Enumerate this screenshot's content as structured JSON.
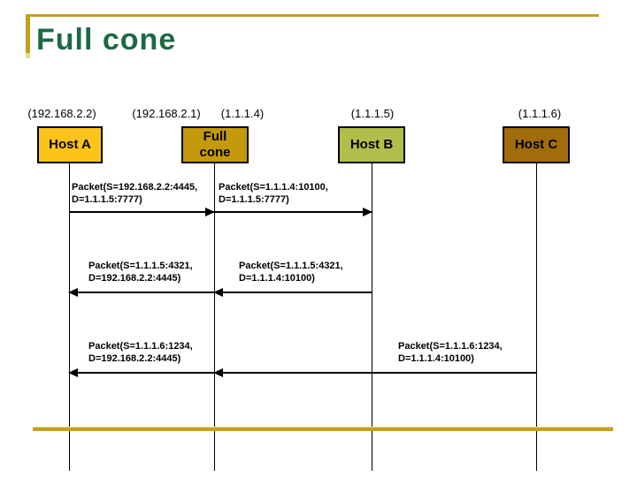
{
  "slide": {
    "title": "Full cone",
    "colors": {
      "accent_gold": "#C3A01E",
      "accent_gold_light": "#E7D98F",
      "title_green": "#1C6A42",
      "host_a_fill": "#FCC41A",
      "nat_fill": "#C49A0C",
      "host_b_fill": "#B2BE4A",
      "host_c_fill": "#A06C0C"
    }
  },
  "nodes": {
    "host_a": {
      "ip": "(192.168.2.2)",
      "label": "Host A"
    },
    "nat": {
      "ip_private": "(192.168.2.1)",
      "ip_public": "(1.1.1.4)",
      "label_line1": "Full",
      "label_line2": "cone"
    },
    "host_b": {
      "ip": "(1.1.1.5)",
      "label": "Host B"
    },
    "host_c": {
      "ip": "(1.1.1.6)",
      "label": "Host C"
    }
  },
  "messages": {
    "m1_left": {
      "line1": "Packet(S=192.168.2.2:4445,",
      "line2": "D=1.1.1.5:7777)"
    },
    "m1_right": {
      "line1": "Packet(S=1.1.1.4:10100,",
      "line2": "D=1.1.1.5:7777)"
    },
    "m2_left": {
      "line1": "Packet(S=1.1.1.5:4321,",
      "line2": "D=192.168.2.2:4445)"
    },
    "m2_right": {
      "line1": "Packet(S=1.1.1.5:4321,",
      "line2": "D=1.1.1.4:10100)"
    },
    "m3_left": {
      "line1": "Packet(S=1.1.1.6:1234,",
      "line2": "D=192.168.2.2:4445)"
    },
    "m3_right": {
      "line1": "Packet(S=1.1.1.6:1234,",
      "line2": "D=1.1.1.4:10100)"
    }
  }
}
